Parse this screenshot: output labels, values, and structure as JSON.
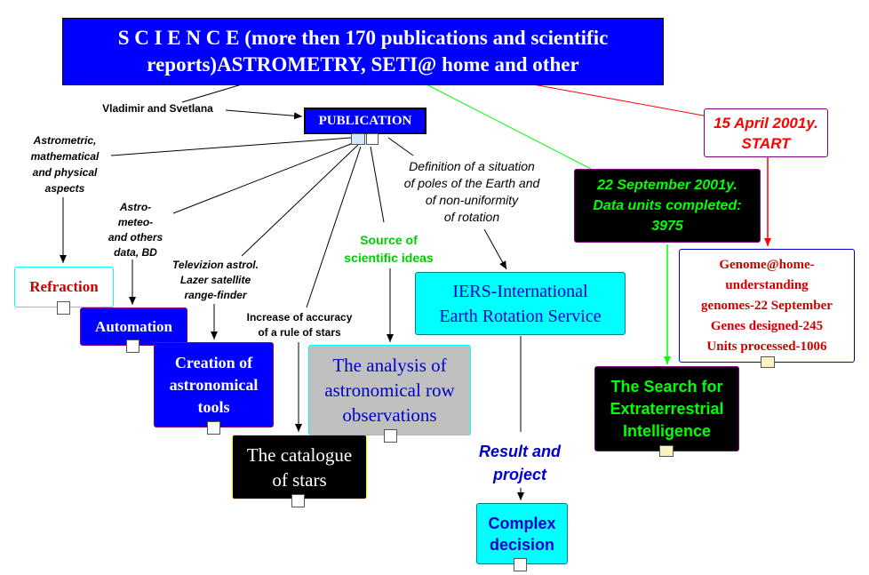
{
  "title": {
    "line1": "S C I E N C E (more then 170 publications  and scientific",
    "line2": "reports)ASTROMETRY, SETI@ home and other"
  },
  "publication": "PUBLICATION",
  "labels": {
    "vladimir": "Vladimir and Svetlana",
    "astrometric": [
      "Astrometric,",
      "mathematical",
      "and physical",
      "aspects"
    ],
    "astrometeo": [
      "Astro-",
      "meteo-",
      "and others",
      "data, BD"
    ],
    "televizion": [
      "Televizion astrol.",
      "Lazer satellite",
      "range-finder"
    ],
    "increase": [
      "Increase of accuracy",
      "of a rule of stars"
    ],
    "source": [
      "Source of",
      "scientific ideas"
    ],
    "definition": [
      "Definition of a situation",
      "of poles of the Earth and",
      "of non-uniformity",
      "of rotation"
    ],
    "result": [
      "Result and",
      "project"
    ]
  },
  "nodes": {
    "refraction": "Refraction",
    "automation": "Automation",
    "creation": [
      "Creation of",
      "astronomical",
      "tools"
    ],
    "catalogue": [
      "The catalogue",
      "of stars"
    ],
    "analysis": [
      "The analysis of",
      "astronomical row",
      "observations"
    ],
    "iers": [
      "IERS-International",
      "Earth Rotation Service"
    ],
    "complex": [
      "Complex",
      "decision"
    ],
    "start": [
      "15 April 2001y.",
      "START"
    ],
    "sept": [
      "22 September 2001y.",
      "Data units completed:",
      "3975"
    ],
    "genome": [
      "Genome@home-",
      "understanding",
      "genomes-22 September",
      "Genes designed-245",
      "Units processed-1006"
    ],
    "seti": [
      "The Search for",
      "Extraterrestrial",
      "Intelligence"
    ]
  },
  "colors": {
    "blue": "#0000ff",
    "cyan": "#00ffff",
    "black": "#000000",
    "gray": "#c0c0c0",
    "red": "#ff0000",
    "green": "#00ff00",
    "purple": "#800080"
  }
}
